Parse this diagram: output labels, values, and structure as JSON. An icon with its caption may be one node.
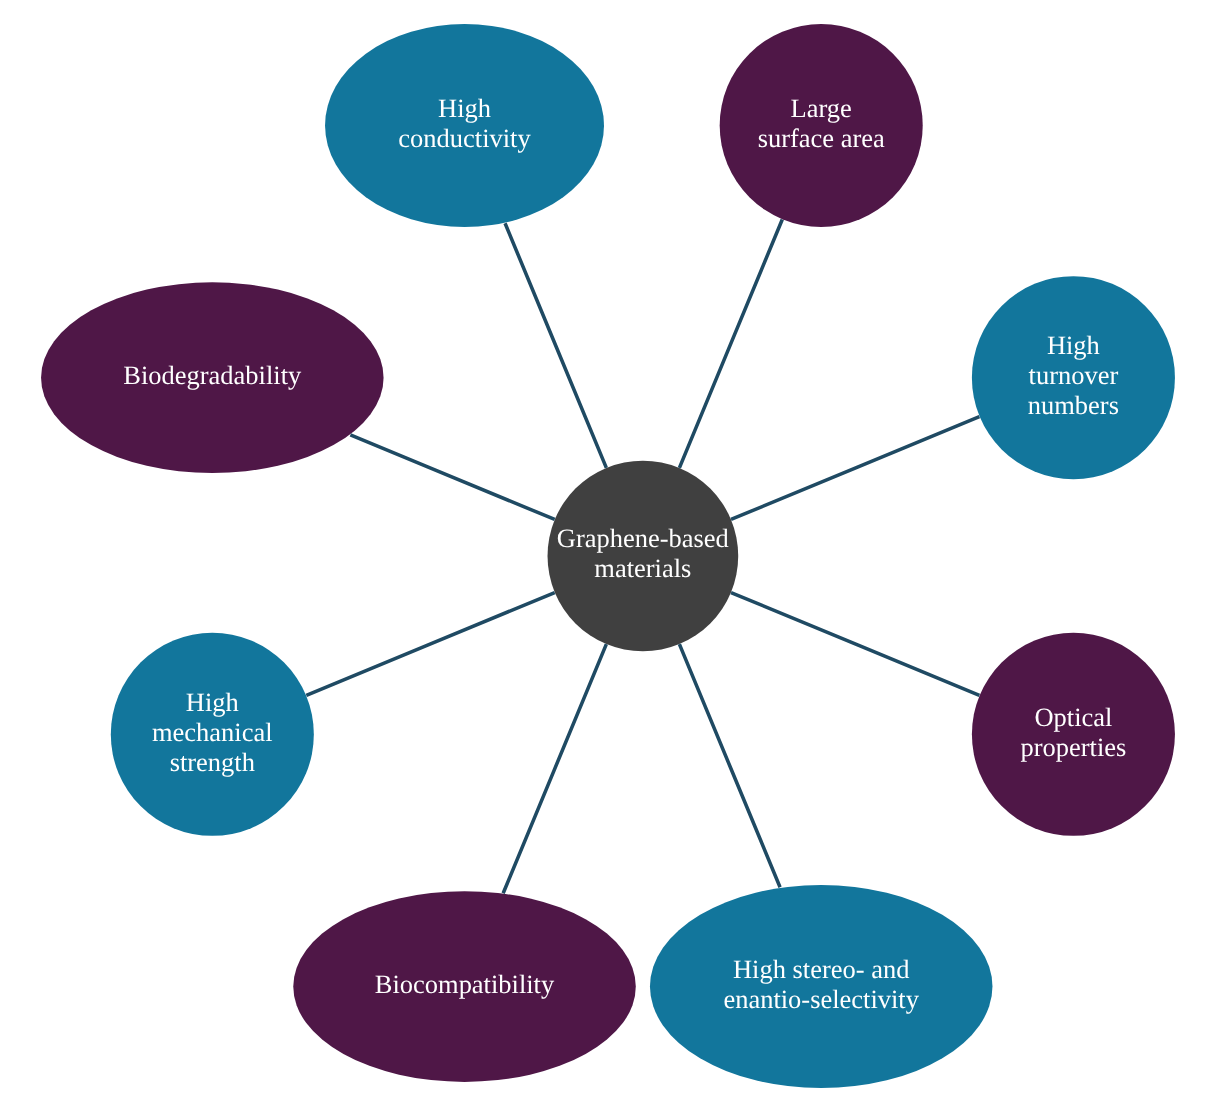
{
  "diagram": {
    "nodes": [
      {
        "text": [
          "Graphene-based materials"
        ]
      },
      {
        "text": [
          "High turnover numbers"
        ]
      },
      {
        "text": [
          "Large surface area"
        ]
      },
      {
        "text": [
          "High conductivity"
        ]
      },
      {
        "text": [
          "Biodegradability"
        ]
      },
      {
        "text": [
          "High mechanical strength"
        ]
      },
      {
        "text": [
          "Biocompatibility"
        ]
      },
      {
        "text": [
          "High stereo- and enantio-selectivity"
        ]
      },
      {
        "text": [
          "Optical properties"
        ]
      }
    ],
    "edges": [
      {
        "from": 0,
        "to": 1,
        "arrow": "none"
      },
      {
        "from": 0,
        "to": 2,
        "arrow": "none"
      },
      {
        "from": 0,
        "to": 3,
        "arrow": "none"
      },
      {
        "from": 0,
        "to": 4,
        "arrow": "none"
      },
      {
        "from": 0,
        "to": 5,
        "arrow": "none"
      },
      {
        "from": 0,
        "to": 6,
        "arrow": "none"
      },
      {
        "from": 0,
        "to": 7,
        "arrow": "none"
      },
      {
        "from": 0,
        "to": 8,
        "arrow": "none"
      }
    ]
  }
}
